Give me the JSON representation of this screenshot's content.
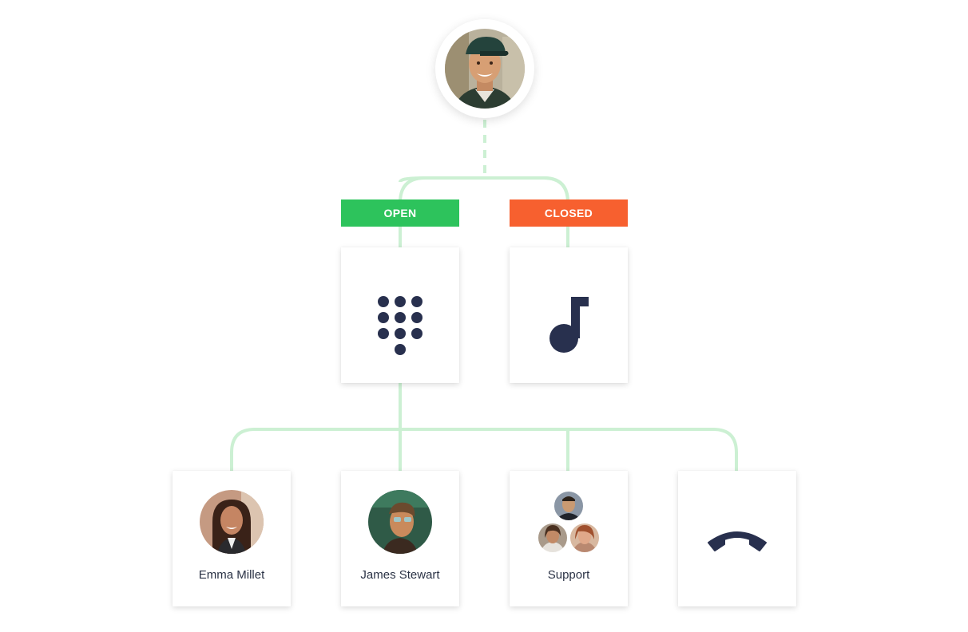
{
  "colors": {
    "line": "#ccf0d3",
    "open": "#2dc35c",
    "closed": "#f7602f",
    "icon": "#28304e"
  },
  "caller": {
    "avatar": "caller-avatar"
  },
  "branches": [
    {
      "label": "OPEN",
      "icon": "dialpad-icon"
    },
    {
      "label": "CLOSED",
      "icon": "music-note-icon"
    }
  ],
  "destinations": [
    {
      "name": "Emma Millet",
      "icon": "avatar"
    },
    {
      "name": "James Stewart",
      "icon": "avatar"
    },
    {
      "name": "Support",
      "icon": "group-avatars"
    },
    {
      "name": "",
      "icon": "hang-up-icon"
    }
  ]
}
